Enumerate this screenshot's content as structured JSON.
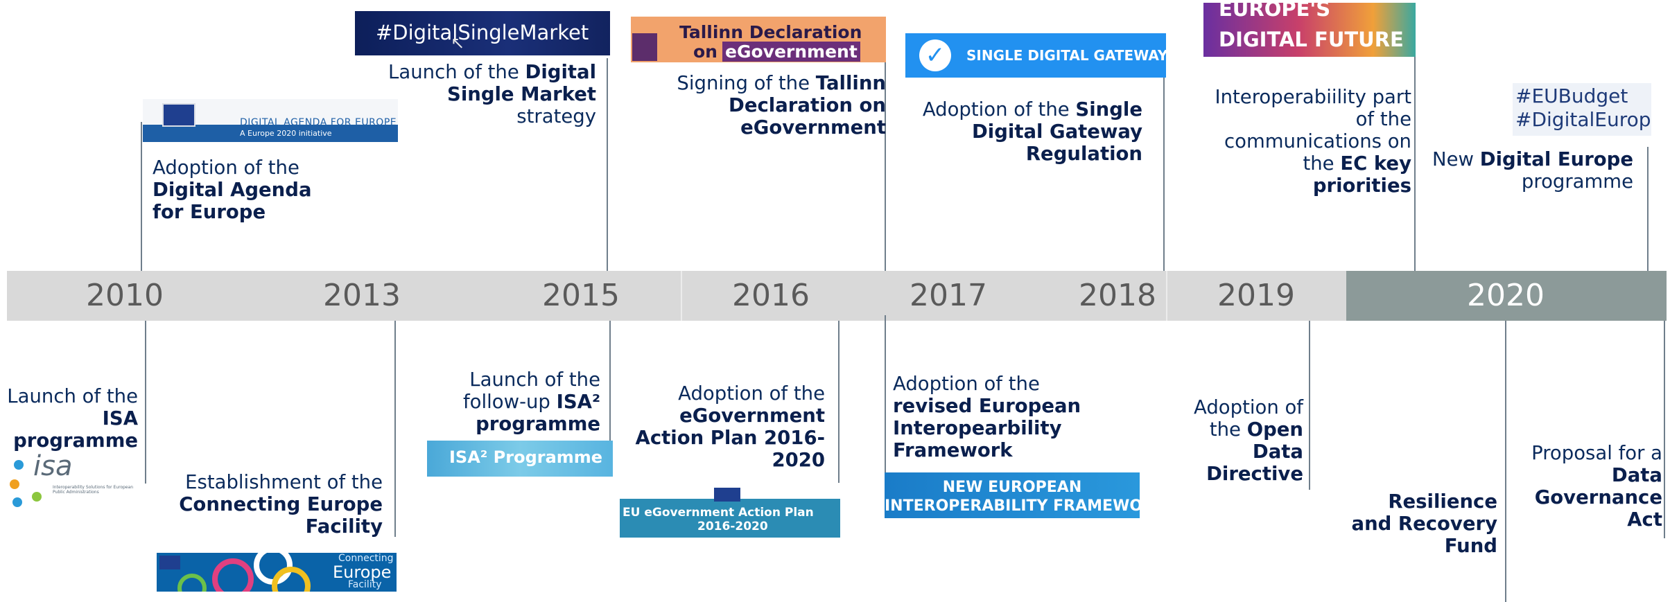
{
  "years": [
    "2010",
    "2013",
    "2015",
    "2016",
    "2017",
    "2018",
    "2019",
    "2020"
  ],
  "logos": {
    "digital_agenda_title": "DIGITAL AGENDA FOR EUROPE",
    "digital_agenda_sub": "A Europe 2020 initiative",
    "dsm": "#DigitalSingleMarket",
    "tallinn_line1": "Tallinn Declaration",
    "tallinn_line2a": "on ",
    "tallinn_line2b": "eGovernment",
    "sdg": "SINGLE DIGITAL GATEWAY",
    "edf_line1": "EUROPE'S",
    "edf_line2": "DIGITAL FUTURE",
    "eubudget_line1": "#EUBudget",
    "eubudget_line2": "#DigitalEurope",
    "isa_logo": "isa",
    "isa_logo_sub": "Interoperability Solutions for European Public Administrations",
    "cef_line1": "Connecting",
    "cef_line2": "Europe",
    "cef_line3": "Facility",
    "isa2": "ISA² Programme",
    "egov_line1": "EU eGovernment Action Plan",
    "egov_line2": "2016-2020",
    "eif_line1": "NEW EUROPEAN",
    "eif_line2": "INTEROPERABILITY FRAMEWORK"
  },
  "events": {
    "digital_agenda": {
      "a": "Adoption of the",
      "b1": "Digital Agenda",
      "b2": "for Europe"
    },
    "dsm": {
      "a": "Launch of the ",
      "b1": "Digital",
      "b2": "Single Market",
      "c": "strategy"
    },
    "tallinn": {
      "a": "Signing of the ",
      "b1": "Tallinn",
      "b2": "Declaration on",
      "b3": "eGovernment"
    },
    "sdg": {
      "a": "Adoption of the ",
      "b1": "Single",
      "b2": "Digital Gateway",
      "b3": "Regulation"
    },
    "interop": {
      "l1": "Interoperabiility part",
      "l2": "of the",
      "l3": "communications on",
      "l4a": "the ",
      "l4b": "EC key",
      "l5": "priorities"
    },
    "digital_europe": {
      "a": "New ",
      "b": "Digital Europe",
      "c": "programme"
    },
    "isa": {
      "a": "Launch of the",
      "b1": "ISA",
      "b2": "programme"
    },
    "cef": {
      "a": "Establishment of the",
      "b1": "Connecting Europe",
      "b2": "Facility"
    },
    "isa2": {
      "l1": "Launch of the",
      "l2a": "follow-up ",
      "l2b": "ISA²",
      "l3": "programme"
    },
    "egov_plan": {
      "a": "Adoption of the",
      "b1": "eGovernment",
      "b2": "Action Plan 2016-",
      "b3": "2020"
    },
    "eif": {
      "a": "Adoption of the",
      "b1": "revised European",
      "b2": "Interopearbility",
      "b3": "Framework"
    },
    "open_data": {
      "a1": "Adoption of",
      "a2": "the ",
      "b1": "Open",
      "b2": "Data",
      "b3": "Directive"
    },
    "recovery": {
      "b1": "Resilience",
      "b2": "and Recovery",
      "b3": "Fund"
    },
    "data_gov": {
      "a": "Proposal for a",
      "b1": "Data",
      "b2": "Governance",
      "b3": "Act"
    }
  },
  "colors": {
    "band": "#d9d9d9",
    "band_2020": "#8c9a99",
    "text": "#0a2a5c",
    "line": "#6f7e8b"
  }
}
